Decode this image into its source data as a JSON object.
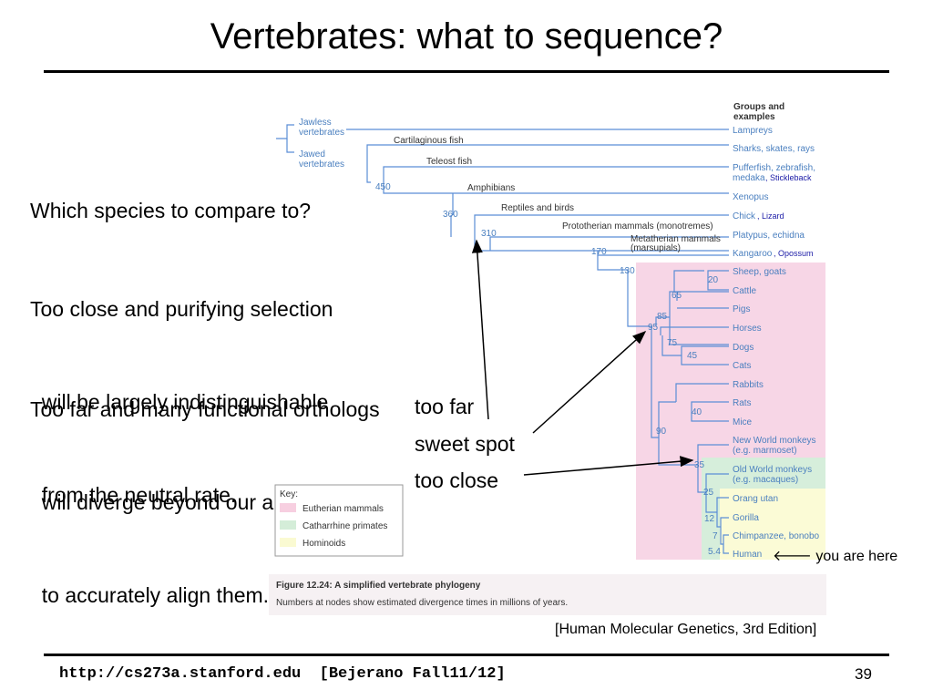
{
  "slide": {
    "title": "Vertebrates: what to sequence?",
    "bullets": [
      {
        "lines": [
          "Which species to compare to?"
        ]
      },
      {
        "lines": [
          "Too close and purifying selection",
          "  will be largely indistinguishable",
          "  from the neutral rate."
        ]
      },
      {
        "lines": [
          "Too far and many functional orthologs",
          "  will diverge beyond our ability",
          "  to accurately align them."
        ]
      }
    ],
    "arrow_labels": {
      "too_far": "too far",
      "sweet_spot": "sweet spot",
      "too_close": "too close"
    },
    "you_are_here": "🡐 you are here",
    "citation": "[Human Molecular Genetics, 3rd Edition]",
    "footer_url": "http://cs273a.stanford.edu  [Bejerano Fall11/12]",
    "slide_number": "39"
  },
  "figure": {
    "header": [
      "Groups and",
      "examples"
    ],
    "left_groups": {
      "jawless": [
        "Jawless",
        "vertebrates"
      ],
      "jawed": [
        "Jawed",
        "vertebrates"
      ]
    },
    "branch_labels": {
      "cartilaginous": "Cartilaginous fish",
      "teleost": "Teleost fish",
      "amphibians": "Amphibians",
      "reptiles": "Reptiles and birds",
      "prototherian": "Prototherian mammals (monotremes)",
      "metatherian": [
        "Metatherian mammals",
        "(marsupials)"
      ]
    },
    "nodes": {
      "n450": "450",
      "n360": "360",
      "n310": "310",
      "n170": "170",
      "n130": "130",
      "n95": "95",
      "n90": "90",
      "n85": "85",
      "n75": "75",
      "n65": "65",
      "n45": "45",
      "n40": "40",
      "n35": "35",
      "n25": "25",
      "n20": "20",
      "n12": "12",
      "n7": "7",
      "n5_4": "5.4"
    },
    "tips": {
      "lampreys": "Lampreys",
      "sharks": "Sharks, skates, rays",
      "pufferfish": "Pufferfish, zebrafish,",
      "medaka": "medaka",
      "stickleback": ", Stickleback",
      "xenopus": "Xenopus",
      "chick": "Chick",
      "lizard": ", Lizard",
      "platypus": "Platypus, echidna",
      "kangaroo": "Kangaroo",
      "opossum": ", Opossum",
      "sheep": "Sheep, goats",
      "cattle": "Cattle",
      "pigs": "Pigs",
      "horses": "Horses",
      "dogs": "Dogs",
      "cats": "Cats",
      "rabbits": "Rabbits",
      "rats": "Rats",
      "mice": "Mice",
      "nwm": [
        "New World monkeys",
        "(e.g. marmoset)"
      ],
      "owm": [
        "Old World monkeys",
        "(e.g. macaques)"
      ],
      "orang": "Orang utan",
      "gorilla": "Gorilla",
      "chimp": "Chimpanzee, bonobo",
      "human": "Human"
    },
    "key": {
      "title": "Key:",
      "items": [
        {
          "label": "Eutherian mammals",
          "color": "#f7cfe0"
        },
        {
          "label": "Catharrhine primates",
          "color": "#d4edd8"
        },
        {
          "label": "Hominoids",
          "color": "#fafad2"
        }
      ]
    },
    "caption": {
      "title": "Figure 12.24: A simplified vertebrate phylogeny",
      "text": "Numbers at nodes show estimated divergence times in millions of years."
    },
    "colors": {
      "branch": "#5b8ed6",
      "eutherian": "#f7d6e6",
      "catarrhine": "#d6eedb",
      "hominoid": "#fbfbd6"
    }
  }
}
